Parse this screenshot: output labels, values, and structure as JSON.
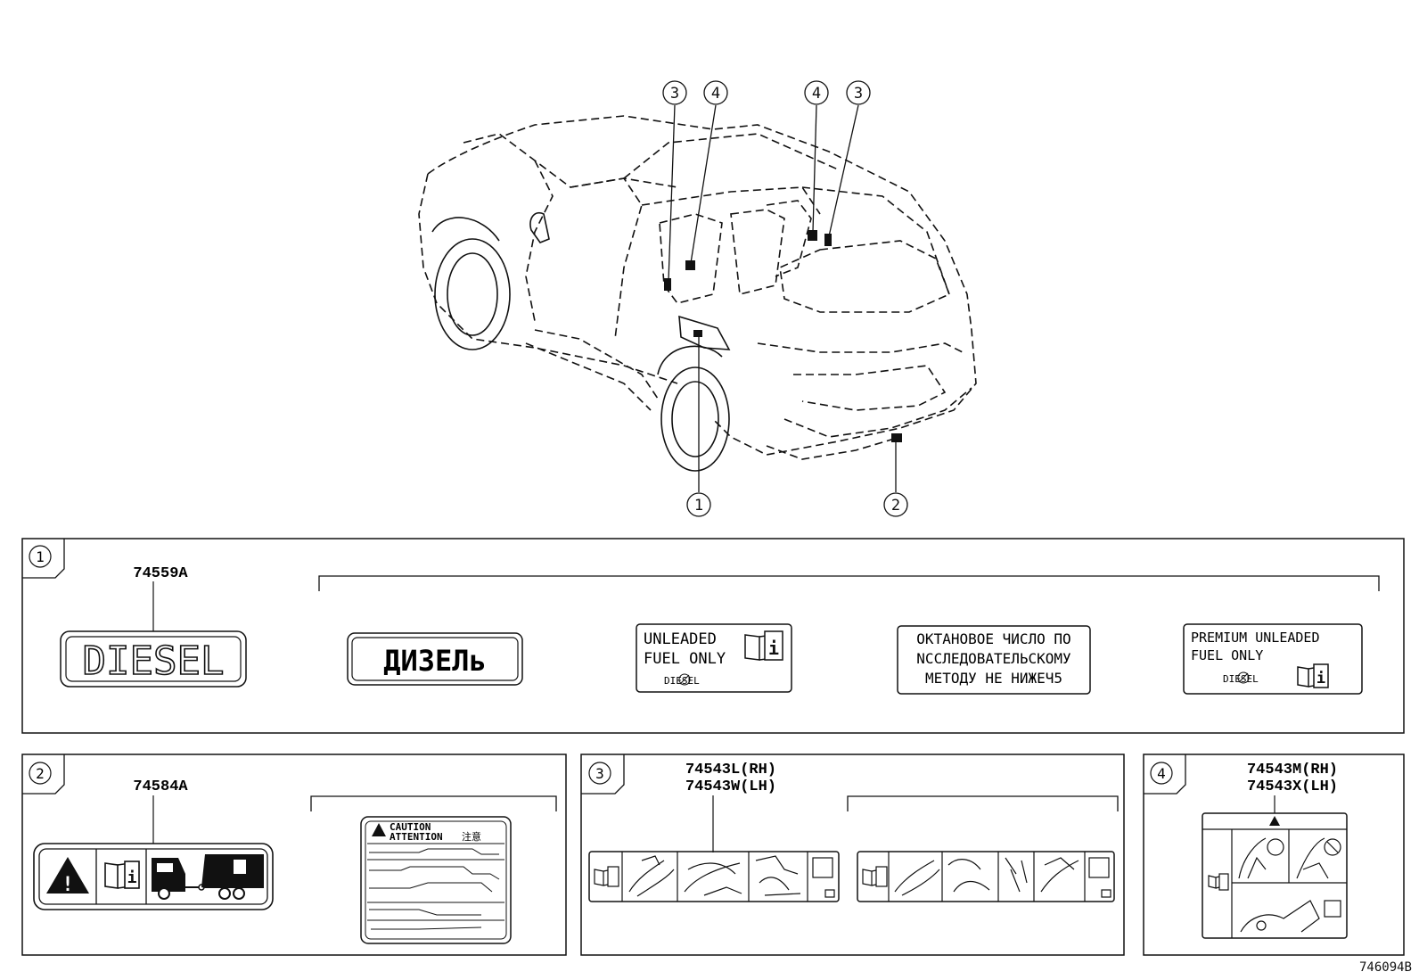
{
  "callouts": {
    "c3": "3",
    "c4": "4",
    "c1": "1",
    "c2": "2"
  },
  "panel1": {
    "num": "1",
    "part": "74559A",
    "diesel": "DIESEL",
    "diesel_ru": "ДИЗЕЛь",
    "unleaded_line1": "UNLEADED",
    "unleaded_line2": "FUEL ONLY",
    "unleaded_small": "DIESEL",
    "octane_line1": "ОКТАНОВОЕ ЧИСЛО ПО",
    "octane_line2": "NССЛЕДОВАТЕЛЬСКОМУ",
    "octane_line3": "МЕТОДУ НЕ НИЖЕЧ5",
    "premium_line1": "PREMIUM  UNLEADED",
    "premium_line2": "FUEL  ONLY",
    "premium_small": "DIESEL"
  },
  "panel2": {
    "num": "2",
    "part": "74584A",
    "caution": "CAUTION",
    "attention": "ATTENTION",
    "cjk": "注意"
  },
  "panel3": {
    "num": "3",
    "part_rh": "74543L(RH)",
    "part_lh": "74543W(LH)"
  },
  "panel4": {
    "num": "4",
    "part_rh": "74543M(RH)",
    "part_lh": "74543X(LH)"
  },
  "footer": {
    "code": "746094B"
  }
}
